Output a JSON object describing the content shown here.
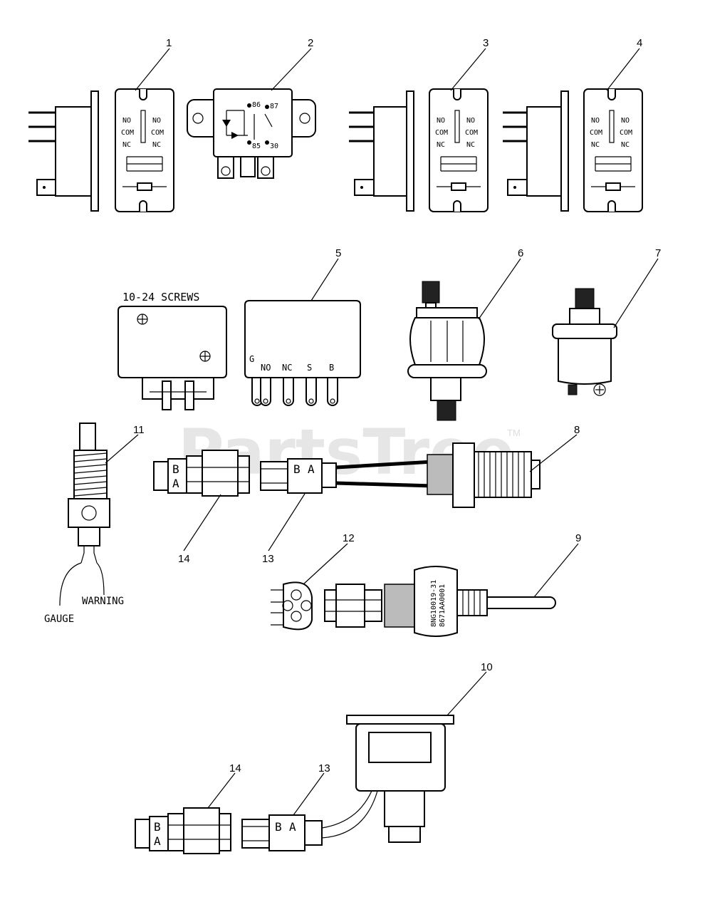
{
  "watermark": {
    "text": "PartsTree",
    "tm": "TM"
  },
  "callouts": {
    "c1": "1",
    "c2": "2",
    "c3": "3",
    "c4": "4",
    "c5": "5",
    "c6": "6",
    "c7": "7",
    "c8": "8",
    "c9": "9",
    "c10": "10",
    "c11": "11",
    "c12": "12",
    "c13a": "13",
    "c13b": "13",
    "c14a": "14",
    "c14b": "14"
  },
  "relay_labels": {
    "no": "NO",
    "com": "COM",
    "nc": "NC"
  },
  "relay2_pins": {
    "p86": "86",
    "p87": "87",
    "p85": "85",
    "p30": "30"
  },
  "solenoid": {
    "screws_note": "10-24 SCREWS",
    "terminals": {
      "g": "G",
      "no": "NO",
      "nc": "NC",
      "s": "S",
      "b": "B"
    }
  },
  "connector_letters": {
    "a": "A",
    "b": "B"
  },
  "sender9_text": {
    "line1": "8NG10019-31",
    "line2": "8671AA0001"
  },
  "switch11_leads": {
    "gauge": "GAUGE",
    "warning": "WARNING"
  }
}
